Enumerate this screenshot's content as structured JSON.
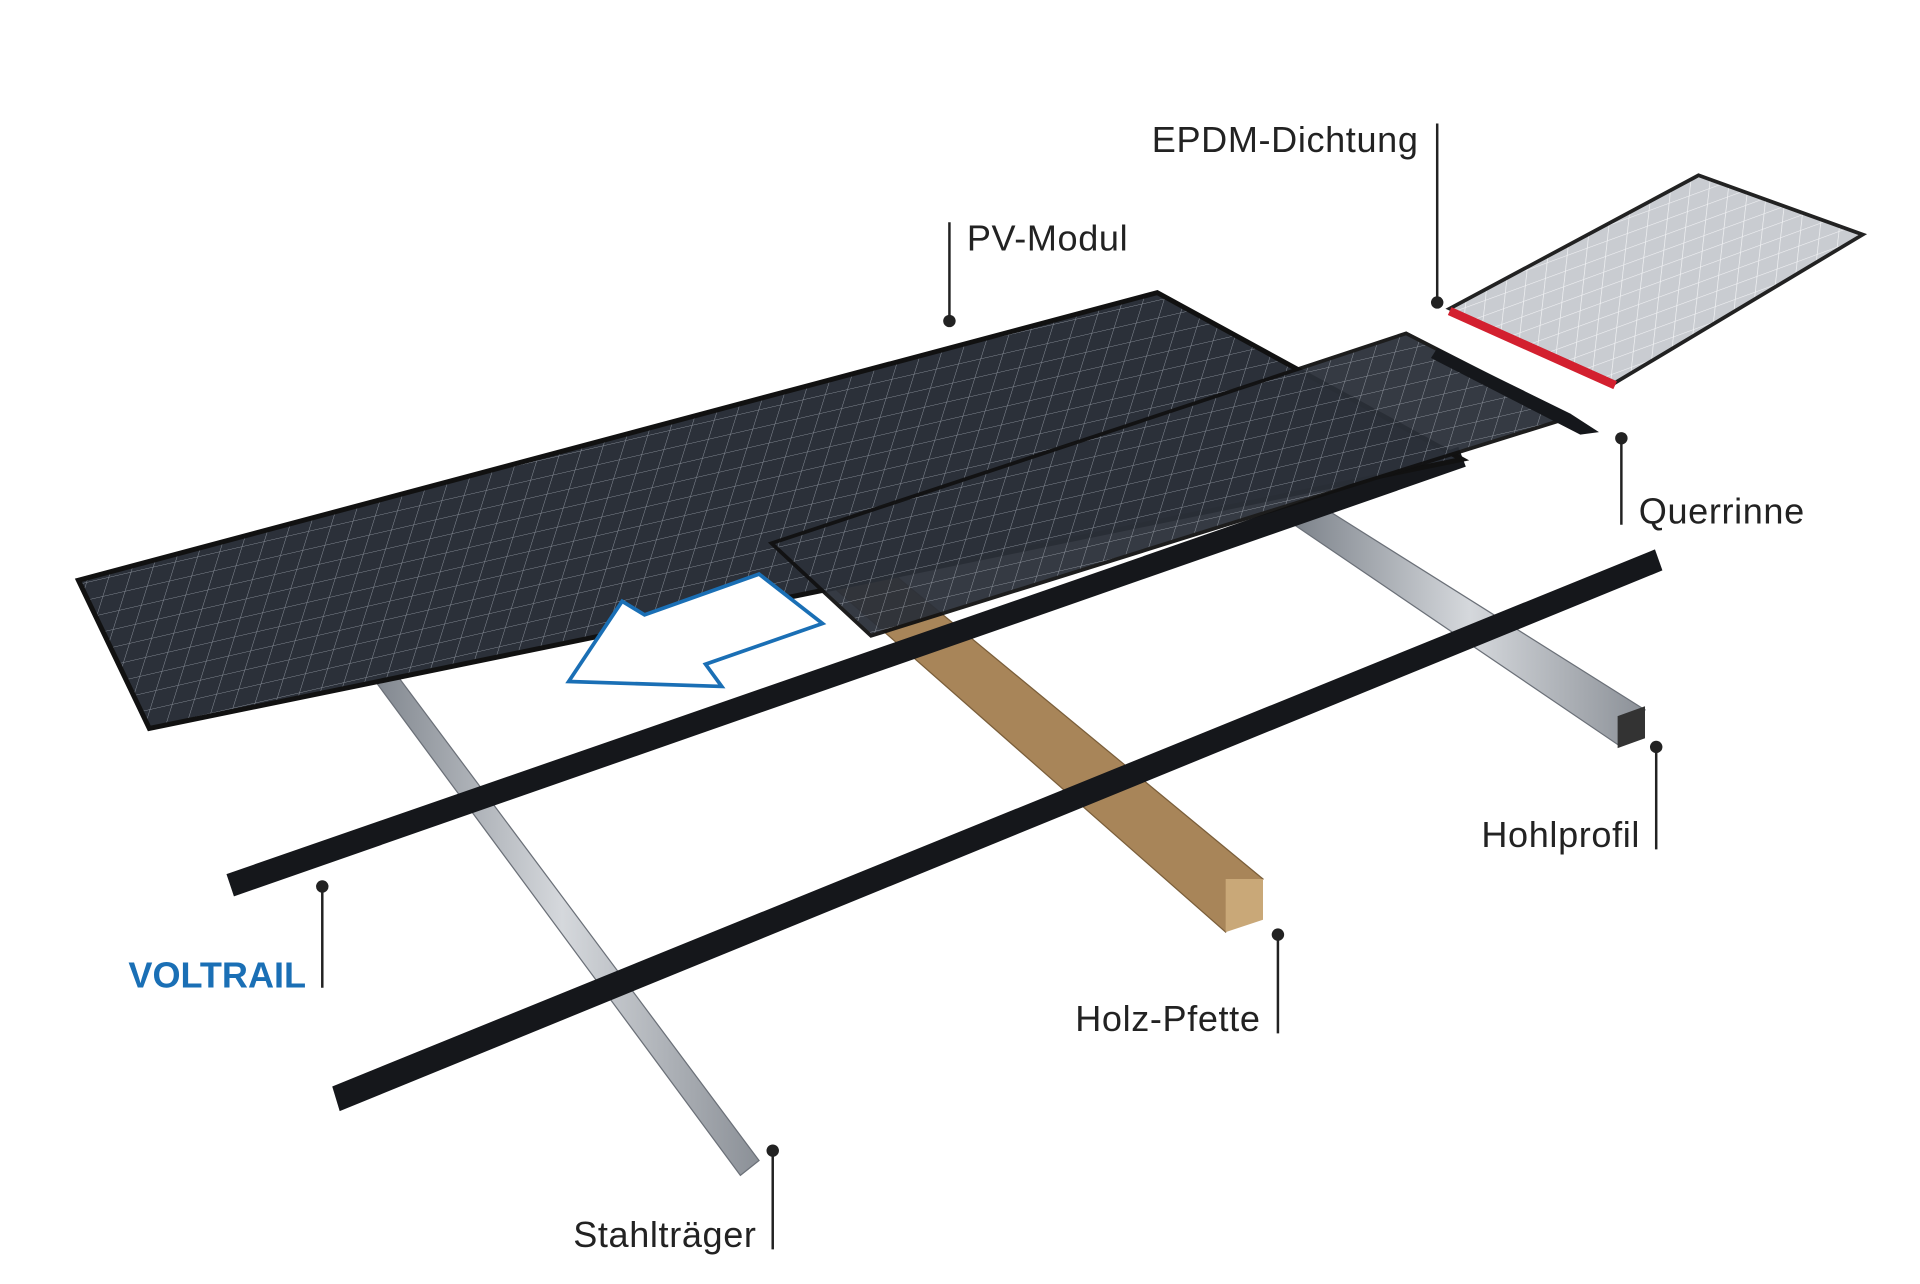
{
  "diagram": {
    "labels": {
      "epdm": "EPDM-Dichtung",
      "pv_modul": "PV-Modul",
      "querrinne": "Querrinne",
      "hohlprofil": "Hohlprofil",
      "voltrail": "VOLTRAIL",
      "holz_pfette": "Holz-Pfette",
      "stahltraeger": "Stahlträger"
    },
    "colors": {
      "brand_blue": "#1a6fb5",
      "seal_red": "#d3202f",
      "wood": "#a88559",
      "steel": "#a9adb3",
      "panel": "#2a2e36"
    },
    "icons": [
      "slope-direction-arrow"
    ]
  }
}
